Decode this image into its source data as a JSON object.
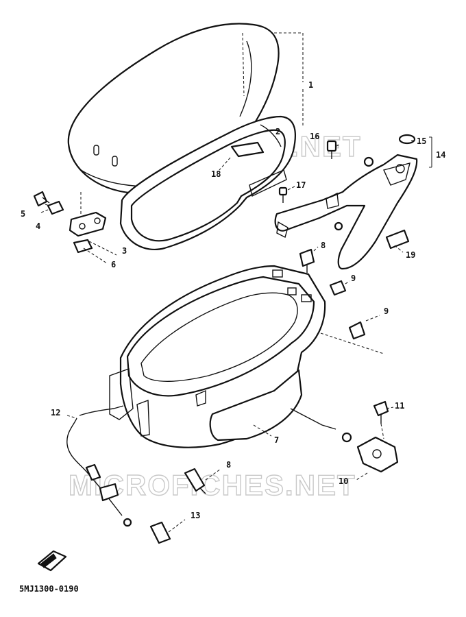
{
  "diagram": {
    "watermark_text": "MICROFICHES.NET",
    "code": "5MJ1300-0190",
    "callouts": [
      "1",
      "2",
      "3",
      "4",
      "5",
      "6",
      "7",
      "8",
      "8",
      "9",
      "9",
      "10",
      "11",
      "12",
      "13",
      "14",
      "15",
      "16",
      "17",
      "18",
      "19"
    ]
  }
}
